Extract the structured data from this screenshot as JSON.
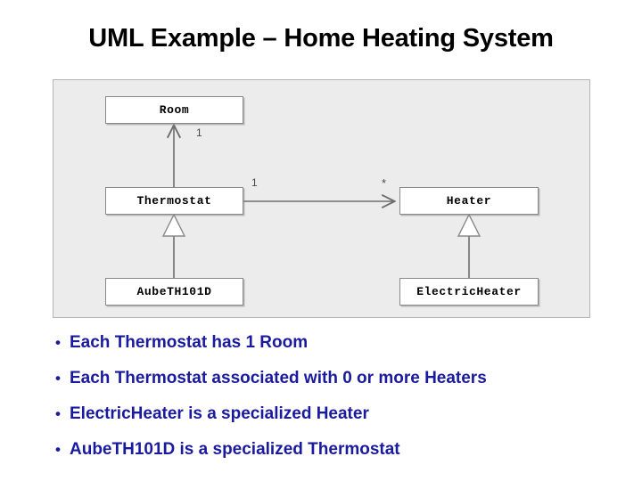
{
  "slide": {
    "title": "UML Example – Home Heating System",
    "background_color": "#ffffff",
    "title_color": "#000000",
    "bullet_color": "#1a1a9e",
    "panel_background_color": "#ececec",
    "panel_border_color": "#b4b4b4",
    "class_box_fill": "#ffffff",
    "class_box_border": "#8a8a8a",
    "connector_color": "#6e6e6e"
  },
  "diagram": {
    "classes": [
      {
        "id": "room",
        "name": "Room"
      },
      {
        "id": "thermostat",
        "name": "Thermostat"
      },
      {
        "id": "aube",
        "name": "AubeTH101D"
      },
      {
        "id": "heater",
        "name": "Heater"
      },
      {
        "id": "electric",
        "name": "ElectricHeater"
      }
    ],
    "multiplicities": [
      {
        "id": "room-end",
        "label": "1"
      },
      {
        "id": "thermostat-end",
        "label": "1"
      },
      {
        "id": "heater-end",
        "label": "*"
      }
    ],
    "relationships": [
      {
        "type": "association",
        "from": "Thermostat",
        "to": "Room",
        "from_multiplicity": "",
        "to_multiplicity": "1"
      },
      {
        "type": "association",
        "from": "Thermostat",
        "to": "Heater",
        "from_multiplicity": "1",
        "to_multiplicity": "*"
      },
      {
        "type": "generalization",
        "from": "AubeTH101D",
        "to": "Thermostat"
      },
      {
        "type": "generalization",
        "from": "ElectricHeater",
        "to": "Heater"
      }
    ]
  },
  "bullets": [
    {
      "marker": "•",
      "text": "Each Thermostat has 1 Room"
    },
    {
      "marker": "•",
      "text": "Each Thermostat associated with 0 or more Heaters"
    },
    {
      "marker": "•",
      "text": "ElectricHeater is a specialized Heater"
    },
    {
      "marker": "•",
      "text": "AubeTH101D is a specialized Thermostat"
    }
  ]
}
